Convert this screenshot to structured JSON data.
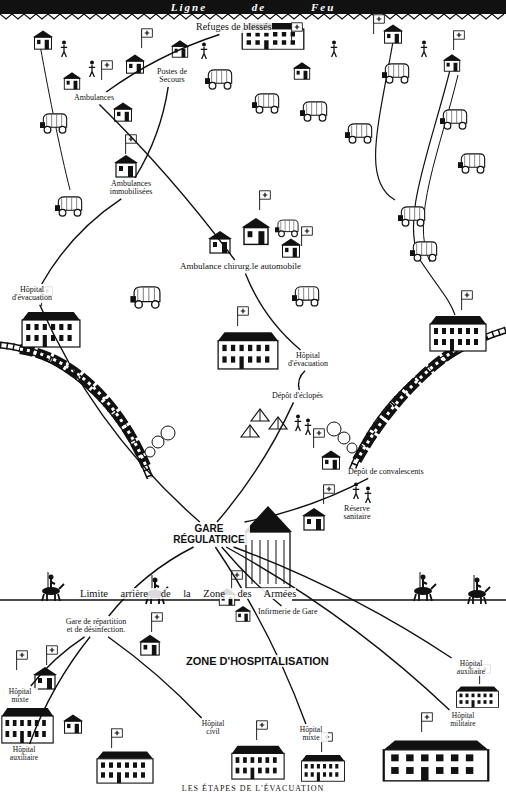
{
  "diagram": {
    "caption": "LES ÉTAPES DE L'ÉVACUATION",
    "nodes": [
      {
        "text": [
          "Ligne de Feu"
        ]
      },
      {
        "text": [
          "Refuges de blessés"
        ]
      },
      {
        "text": [
          "Postes de Secours"
        ]
      },
      {
        "text": [
          "Ambulances"
        ]
      },
      {
        "text": [
          "Ambulances immobilisées"
        ]
      },
      {
        "text": [
          "Ambulance chirurg.le automobile"
        ]
      },
      {
        "text": [
          "Hôpital d'évacuation"
        ]
      },
      {
        "text": [
          "Hôpital d'évacuation"
        ]
      },
      {
        "text": [
          "Dépôt d'éclopés"
        ]
      },
      {
        "text": [
          "Dépôt de convalescents"
        ]
      },
      {
        "text": [
          "GARE RÉGULATRICE"
        ]
      },
      {
        "text": [
          "Réserve sanitaire"
        ]
      },
      {
        "text": [
          "Infirmerie de Gare"
        ]
      },
      {
        "text": [
          "Gare de répartition et de désinfection."
        ]
      },
      {
        "text": [
          "Hôpital mixte"
        ]
      },
      {
        "text": [
          "Hôpital auxiliaire"
        ]
      },
      {
        "text": [
          "Hôpital civil"
        ]
      },
      {
        "text": [
          "Hôpital mixte"
        ]
      },
      {
        "text": [
          "Hôpital militaire"
        ]
      },
      {
        "text": [
          "Hôpital auxiliaire"
        ]
      }
    ],
    "edges": [
      {
        "from": 1,
        "to": 3,
        "arrow": "none"
      },
      {
        "from": 2,
        "to": 4,
        "arrow": "none"
      },
      {
        "from": 4,
        "to": 6,
        "arrow": "none"
      },
      {
        "from": 3,
        "to": 5,
        "arrow": "none"
      },
      {
        "from": 5,
        "to": 7,
        "arrow": "none"
      },
      {
        "from": 6,
        "to": 10,
        "arrow": "none"
      },
      {
        "from": 7,
        "to": 8,
        "arrow": "none"
      },
      {
        "from": 8,
        "to": 10,
        "arrow": "none"
      },
      {
        "from": 9,
        "to": 10,
        "arrow": "none"
      },
      {
        "from": 10,
        "to": 13,
        "arrow": "none"
      },
      {
        "from": 13,
        "to": 14,
        "arrow": "none"
      },
      {
        "from": 13,
        "to": 15,
        "arrow": "none"
      },
      {
        "from": 13,
        "to": 16,
        "arrow": "none"
      },
      {
        "from": 10,
        "to": 17,
        "arrow": "none"
      },
      {
        "from": 10,
        "to": 18,
        "arrow": "none"
      },
      {
        "from": 10,
        "to": 19,
        "arrow": "none"
      },
      {
        "from": 10,
        "to": 12,
        "arrow": "none"
      }
    ],
    "labels": [
      "Limite arrière de la Zone des Armées",
      "ZONE D'HOSPITALISATION"
    ]
  }
}
